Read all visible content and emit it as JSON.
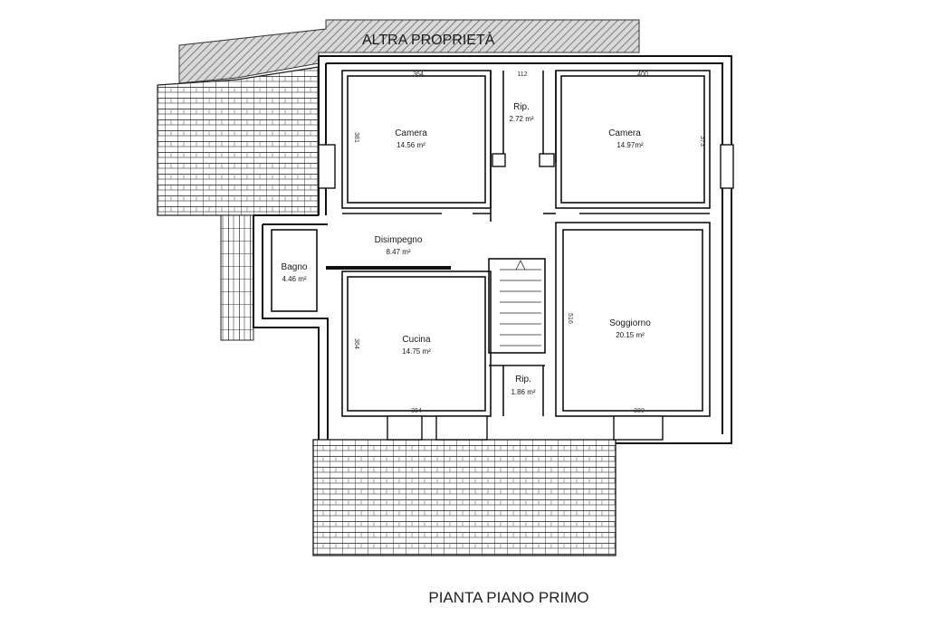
{
  "plan": {
    "neighbour_label": "ALTRA PROPRIETÀ",
    "title": "PIANTA PIANO PRIMO",
    "rooms": [
      {
        "name": "Camera",
        "area": "14.56 m²"
      },
      {
        "name": "Rip.",
        "area": "2.72 m²"
      },
      {
        "name": "Camera",
        "area": "14.97m²"
      },
      {
        "name": "Disimpegno",
        "area": "8.47 m²"
      },
      {
        "name": "Bagno",
        "area": "4.46 m²"
      },
      {
        "name": "Cucina",
        "area": "14.75 m²"
      },
      {
        "name": "Soggiorno",
        "area": "20.15 m²"
      },
      {
        "name": "Rip.",
        "area": "1.86 m²"
      }
    ],
    "dimensions": [
      "364",
      "112",
      "400",
      "381",
      "373",
      "364",
      "384",
      "516",
      "380"
    ]
  }
}
